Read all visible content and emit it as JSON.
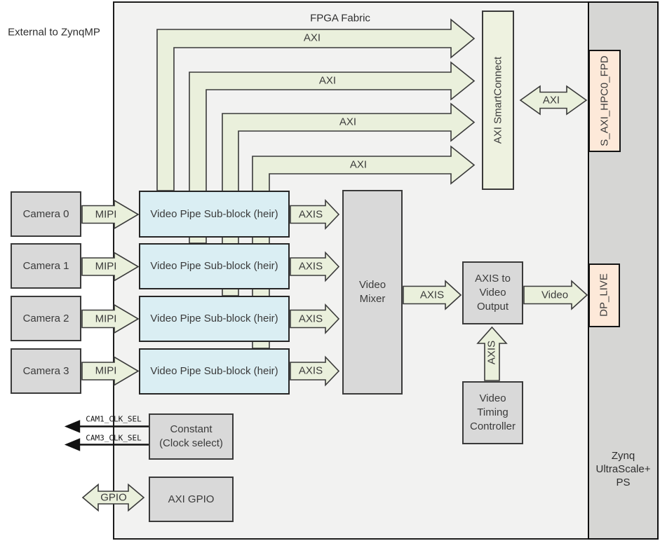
{
  "labels": {
    "external": "External to ZynqMP",
    "fabric": "FPGA Fabric",
    "axi_top": [
      "AXI",
      "AXI",
      "AXI",
      "AXI"
    ],
    "mipi": [
      "MIPI",
      "MIPI",
      "MIPI",
      "MIPI"
    ],
    "axis_out": [
      "AXIS",
      "AXIS",
      "AXIS",
      "AXIS"
    ],
    "axi_ps": "AXI",
    "axis_mid": "AXIS",
    "video": "Video",
    "axis_vert": "AXIS",
    "gpio": "GPIO",
    "cam1_clk": "CAM1_CLK_SEL",
    "cam3_clk": "CAM3_CLK_SEL"
  },
  "blocks": {
    "cameras": [
      "Camera 0",
      "Camera 1",
      "Camera 2",
      "Camera 3"
    ],
    "pipes": [
      "Video Pipe Sub-block (heir)",
      "Video Pipe Sub-block (heir)",
      "Video Pipe Sub-block (heir)",
      "Video Pipe Sub-block (heir)"
    ],
    "mixer": "Video\nMixer",
    "smartconnect": "AXI SmartConnect",
    "s_axi_port": "S_AXI_HPC0_FPD",
    "dp_live_port": "DP_LIVE",
    "axis_to_video": "AXIS to\nVideo\nOutput",
    "vtc": "Video\nTiming\nController",
    "constant": "Constant\n(Clock select)",
    "axi_gpio": "AXI GPIO",
    "zynq_ps": "Zynq\nUltraScale+\nPS"
  },
  "colors": {
    "arrow_green": "#eaf0dc",
    "smartconnect_green": "#eef2e0",
    "block_gray": "#d9d9d9",
    "block_blue": "#daeef3",
    "port_peach": "#fde9d9",
    "fabric_bg": "#f2f2f1",
    "ps_bg": "#d6d6d4",
    "line_dark": "#1c1c1c"
  }
}
